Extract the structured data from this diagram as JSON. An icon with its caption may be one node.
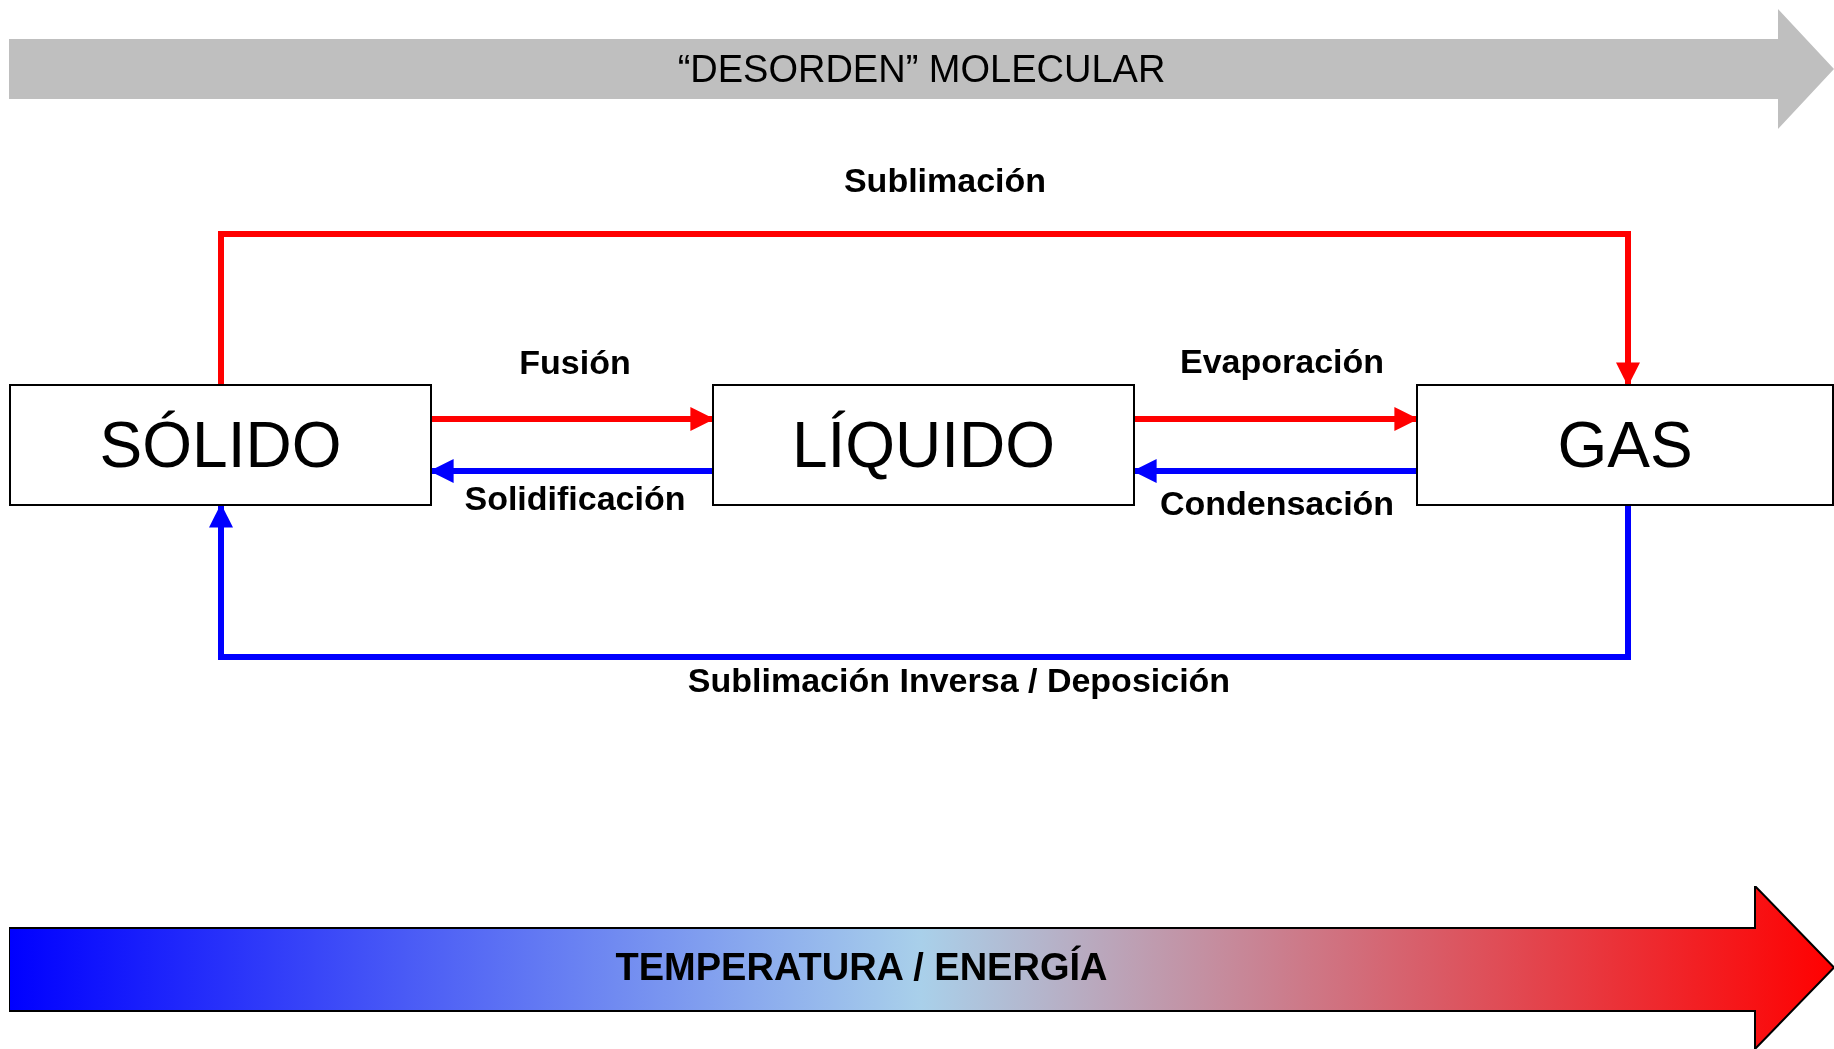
{
  "diagram": {
    "nodes": [
      {
        "text": [
          "“DESORDEN” MOLECULAR"
        ]
      },
      {
        "text": [
          "SÓLIDO"
        ]
      },
      {
        "text": [
          "LÍQUIDO"
        ]
      },
      {
        "text": [
          "GAS"
        ]
      },
      {
        "text": [
          "TEMPERATURA / ENERGÍA"
        ]
      }
    ],
    "edges": [
      {
        "from": 1,
        "to": 2,
        "arrow": "to",
        "label": "Fusión",
        "color": "#ff0000"
      },
      {
        "from": 2,
        "to": 1,
        "arrow": "to",
        "label": "Solidificación",
        "color": "#0000ff"
      },
      {
        "from": 2,
        "to": 3,
        "arrow": "to",
        "label": "Evaporación",
        "color": "#ff0000"
      },
      {
        "from": 3,
        "to": 2,
        "arrow": "to",
        "label": "Condensación",
        "color": "#0000ff"
      },
      {
        "from": 1,
        "to": 3,
        "arrow": "to",
        "label": "Sublimación",
        "color": "#ff0000"
      },
      {
        "from": 3,
        "to": 1,
        "arrow": "to",
        "label": "Sublimación Inversa / Deposición",
        "color": "#0000ff"
      }
    ]
  }
}
